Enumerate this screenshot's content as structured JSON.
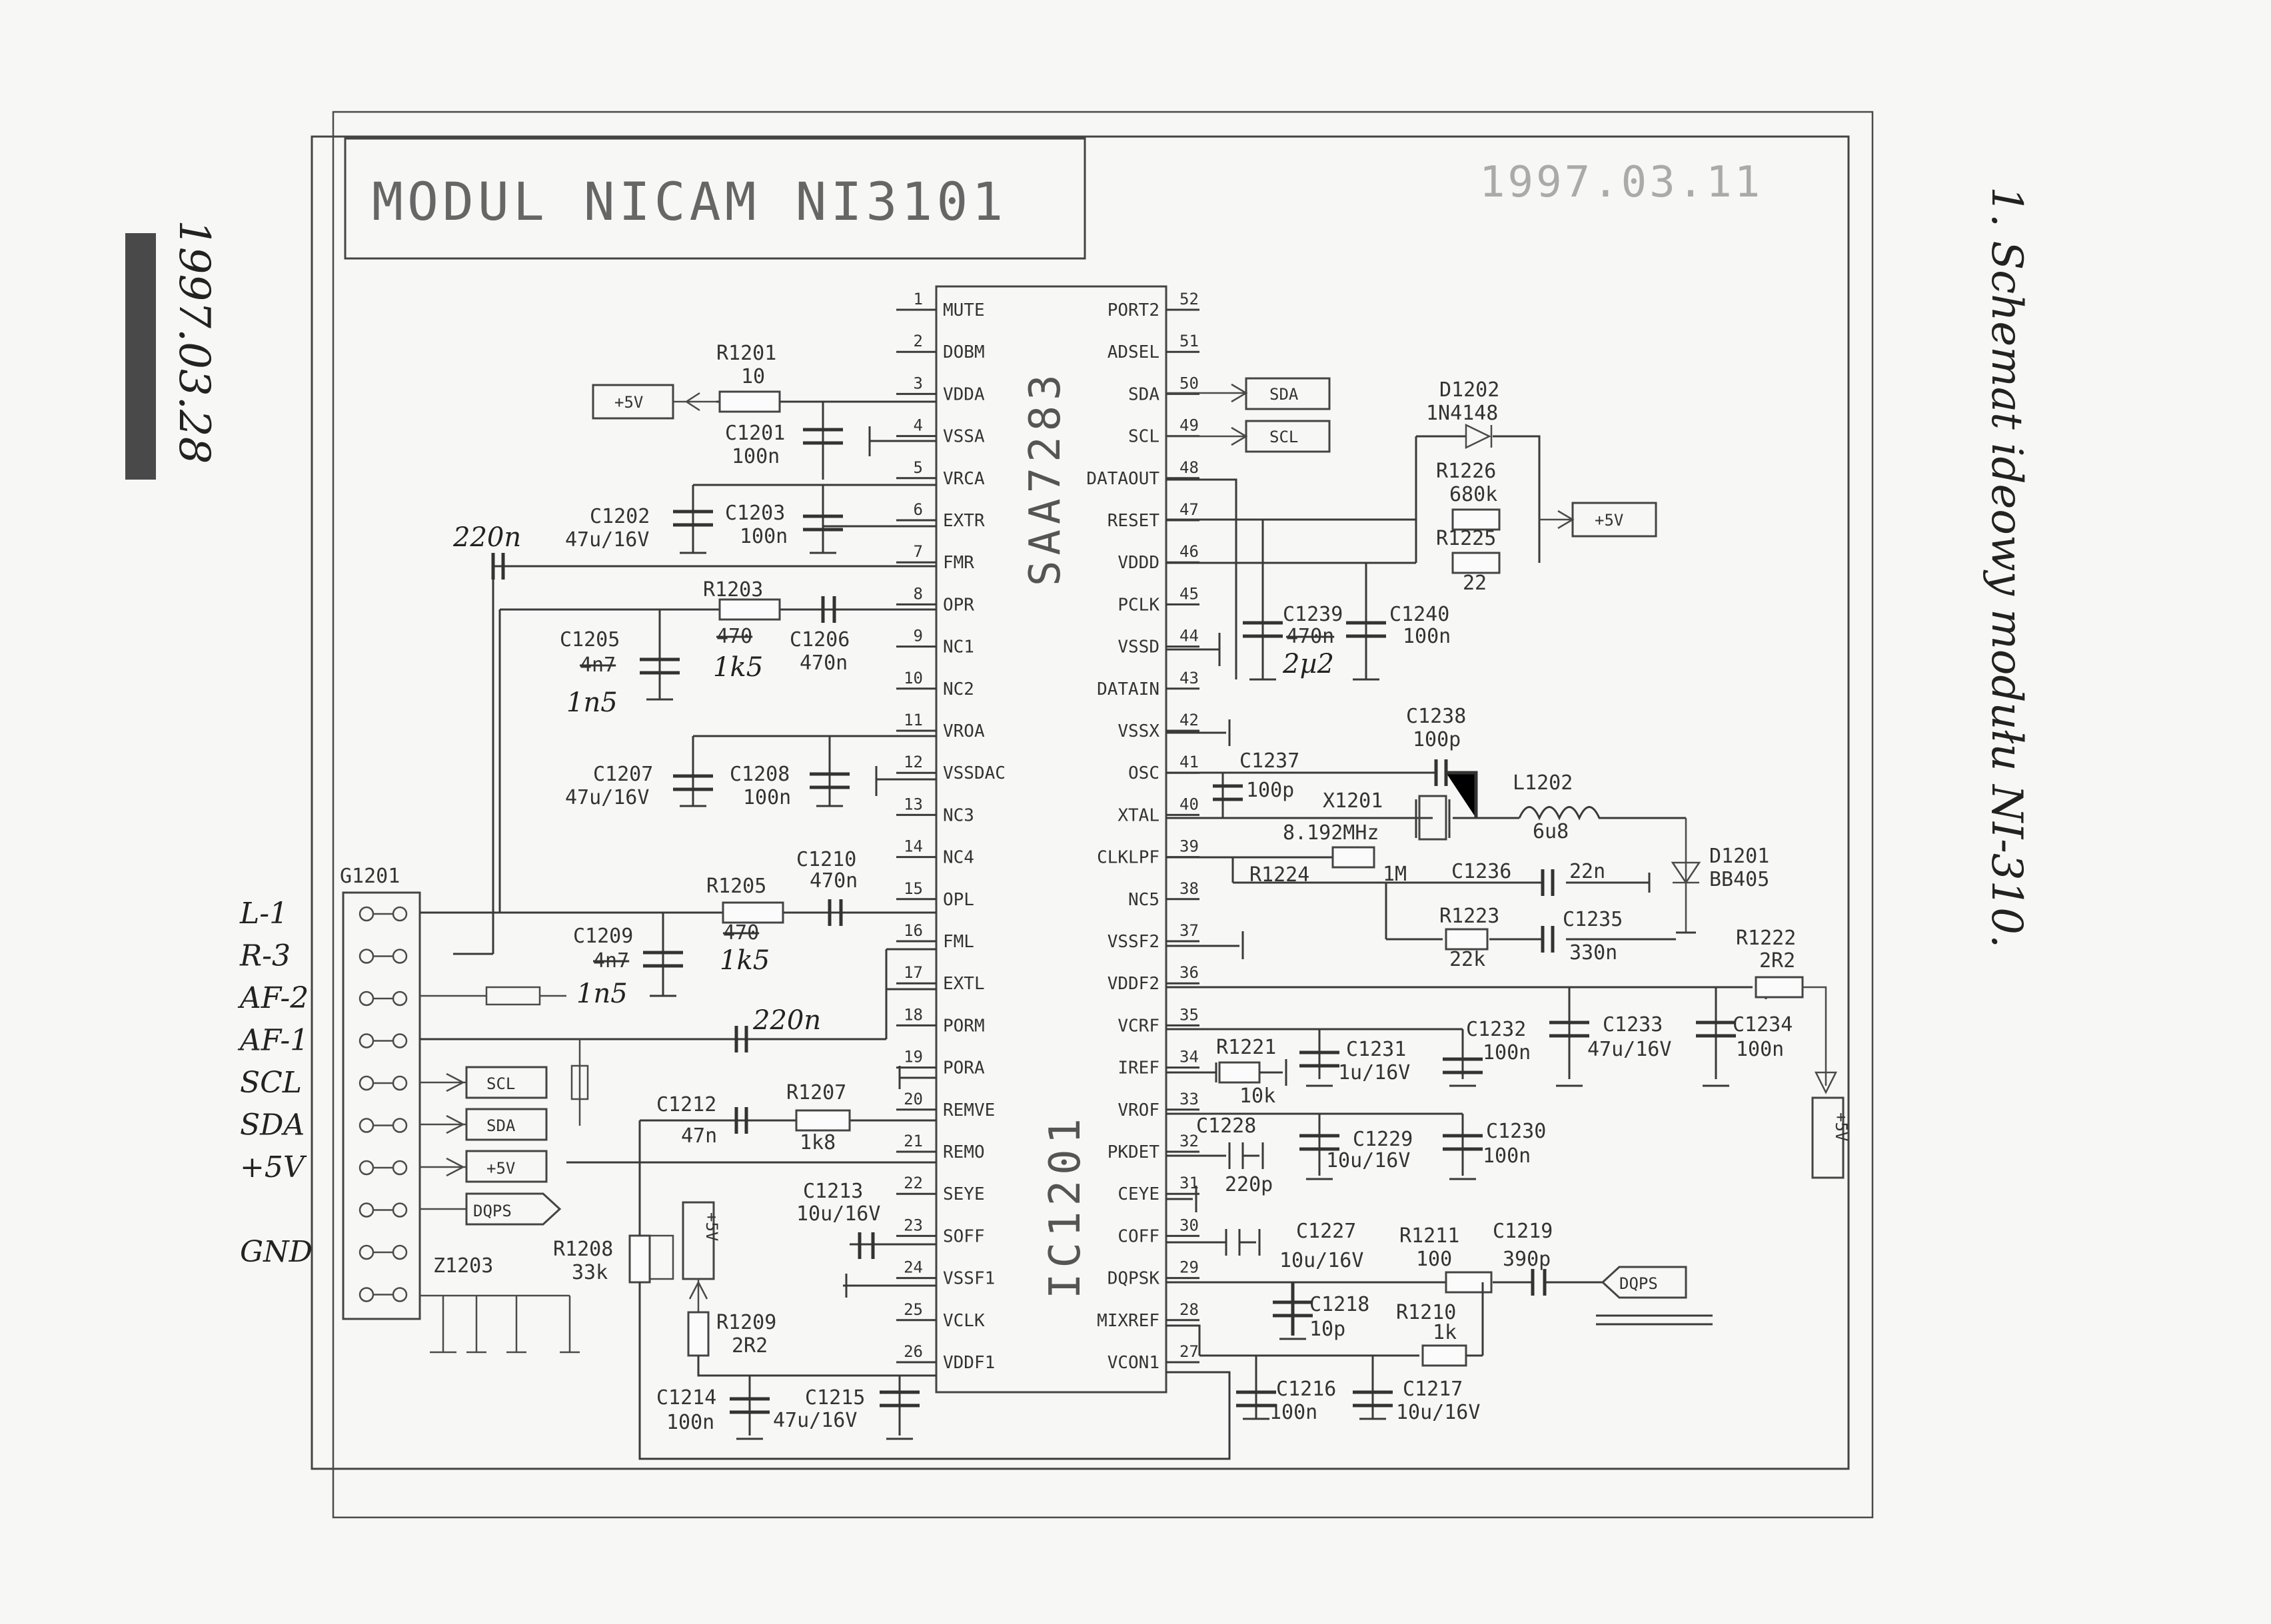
{
  "title": "MODUL NICAM NI3101",
  "date_printed": "1997.03.11",
  "date_handwritten": "1997.03.28",
  "note_handwritten": "1. Schemat ideowy modułu NI-310.",
  "ic": {
    "name": "SAA7283",
    "ref": "IC1201",
    "left_pins": [
      {
        "n": "1",
        "name": "MUTE"
      },
      {
        "n": "2",
        "name": "DOBM"
      },
      {
        "n": "3",
        "name": "VDDA"
      },
      {
        "n": "4",
        "name": "VSSA"
      },
      {
        "n": "5",
        "name": "VRCA"
      },
      {
        "n": "6",
        "name": "EXTR"
      },
      {
        "n": "7",
        "name": "FMR"
      },
      {
        "n": "8",
        "name": "OPR"
      },
      {
        "n": "9",
        "name": "NC1"
      },
      {
        "n": "10",
        "name": "NC2"
      },
      {
        "n": "11",
        "name": "VROA"
      },
      {
        "n": "12",
        "name": "VSSDAC"
      },
      {
        "n": "13",
        "name": "NC3"
      },
      {
        "n": "14",
        "name": "NC4"
      },
      {
        "n": "15",
        "name": "OPL"
      },
      {
        "n": "16",
        "name": "FML"
      },
      {
        "n": "17",
        "name": "EXTL"
      },
      {
        "n": "18",
        "name": "PORM"
      },
      {
        "n": "19",
        "name": "PORA"
      },
      {
        "n": "20",
        "name": "REMVE"
      },
      {
        "n": "21",
        "name": "REMO"
      },
      {
        "n": "22",
        "name": "SEYE"
      },
      {
        "n": "23",
        "name": "SOFF"
      },
      {
        "n": "24",
        "name": "VSSF1"
      },
      {
        "n": "25",
        "name": "VCLK"
      },
      {
        "n": "26",
        "name": "VDDF1"
      }
    ],
    "right_pins": [
      {
        "n": "52",
        "name": "PORT2"
      },
      {
        "n": "51",
        "name": "ADSEL"
      },
      {
        "n": "50",
        "name": "SDA"
      },
      {
        "n": "49",
        "name": "SCL"
      },
      {
        "n": "48",
        "name": "DATAOUT"
      },
      {
        "n": "47",
        "name": "RESET"
      },
      {
        "n": "46",
        "name": "VDDD"
      },
      {
        "n": "45",
        "name": "PCLK"
      },
      {
        "n": "44",
        "name": "VSSD"
      },
      {
        "n": "43",
        "name": "DATAIN"
      },
      {
        "n": "42",
        "name": "VSSX"
      },
      {
        "n": "41",
        "name": "OSC"
      },
      {
        "n": "40",
        "name": "XTAL"
      },
      {
        "n": "39",
        "name": "CLKLPF"
      },
      {
        "n": "38",
        "name": "NC5"
      },
      {
        "n": "37",
        "name": "VSSF2"
      },
      {
        "n": "36",
        "name": "VDDF2"
      },
      {
        "n": "35",
        "name": "VCRF"
      },
      {
        "n": "34",
        "name": "IREF"
      },
      {
        "n": "33",
        "name": "VROF"
      },
      {
        "n": "32",
        "name": "PKDET"
      },
      {
        "n": "31",
        "name": "CEYE"
      },
      {
        "n": "30",
        "name": "COFF"
      },
      {
        "n": "29",
        "name": "DQPSK"
      },
      {
        "n": "28",
        "name": "MIXREF"
      },
      {
        "n": "27",
        "name": "VCON1"
      }
    ]
  },
  "connector": {
    "ref": "G1201",
    "labels": [
      "L-1",
      "R-3",
      "AF-2",
      "AF-1",
      "SCL",
      "SDA",
      "+5V",
      "",
      "GND",
      ""
    ],
    "outputs": [
      "SCL",
      "SDA",
      "+5V",
      "DQPS"
    ],
    "z_ref": "Z1203"
  },
  "components": [
    {
      "ref": "R1201",
      "value": "10"
    },
    {
      "ref": "C1201",
      "value": "100n"
    },
    {
      "ref": "C1202",
      "value": "47u/16V"
    },
    {
      "ref": "C1203",
      "value": "100n"
    },
    {
      "ref": "R1203",
      "value": "470",
      "hand": "1k5"
    },
    {
      "ref": "C1205",
      "value": "4n7",
      "hand": "1n5"
    },
    {
      "ref": "C1206",
      "value": "470n"
    },
    {
      "ref": "C1207",
      "value": "47u/16V"
    },
    {
      "ref": "C1208",
      "value": "100n"
    },
    {
      "ref": "C1210",
      "value": "470n"
    },
    {
      "ref": "R1205",
      "value": "470",
      "hand": "1k5"
    },
    {
      "ref": "C1209",
      "value": "4n7",
      "hand": "1n5"
    },
    {
      "ref": "C1212",
      "value": "47n"
    },
    {
      "ref": "R1207",
      "value": "1k8"
    },
    {
      "ref": "C1213",
      "value": "10u/16V"
    },
    {
      "ref": "R1208",
      "value": "33k"
    },
    {
      "ref": "R1209",
      "value": "2R2"
    },
    {
      "ref": "C1214",
      "value": "100n"
    },
    {
      "ref": "C1215",
      "value": "47u/16V"
    },
    {
      "ref": "D1202",
      "value": "1N4148"
    },
    {
      "ref": "R1226",
      "value": "680k"
    },
    {
      "ref": "R1225",
      "value": "22"
    },
    {
      "ref": "C1239",
      "value": "470n",
      "hand": "2µ2"
    },
    {
      "ref": "C1240",
      "value": "100n"
    },
    {
      "ref": "C1238",
      "value": "100p"
    },
    {
      "ref": "C1237",
      "value": "100p"
    },
    {
      "ref": "X1201",
      "value": "8.192MHz"
    },
    {
      "ref": "L1202",
      "value": "6u8"
    },
    {
      "ref": "D1201",
      "value": "BB405"
    },
    {
      "ref": "R1224",
      "value": "1M"
    },
    {
      "ref": "C1236",
      "value": "22n"
    },
    {
      "ref": "R1223",
      "value": "22k"
    },
    {
      "ref": "C1235",
      "value": "330n"
    },
    {
      "ref": "R1222",
      "value": "2R2"
    },
    {
      "ref": "C1233",
      "value": "47u/16V"
    },
    {
      "ref": "C1234",
      "value": "100n"
    },
    {
      "ref": "R1221",
      "value": "10k"
    },
    {
      "ref": "C1231",
      "value": "1u/16V"
    },
    {
      "ref": "C1232",
      "value": "100n"
    },
    {
      "ref": "C1228",
      "value": "220p"
    },
    {
      "ref": "C1229",
      "value": "10u/16V"
    },
    {
      "ref": "C1230",
      "value": "100n"
    },
    {
      "ref": "C1227",
      "value": "10u/16V"
    },
    {
      "ref": "R1211",
      "value": "100"
    },
    {
      "ref": "C1219",
      "value": "390p"
    },
    {
      "ref": "C1218",
      "value": "10p"
    },
    {
      "ref": "R1210",
      "value": "1k"
    },
    {
      "ref": "C1216",
      "value": "100n"
    },
    {
      "ref": "C1217",
      "value": "10u/16V"
    }
  ],
  "net_labels": {
    "sda": "SDA",
    "scl": "SCL",
    "plus5v": "+5V",
    "dqps": "DQPS",
    "c220n_a": "220n",
    "c220n_b": "220n"
  }
}
